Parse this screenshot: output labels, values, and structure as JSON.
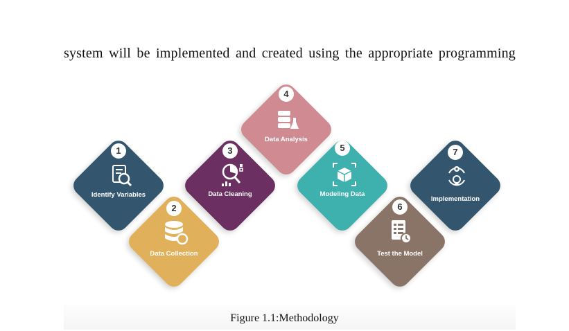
{
  "body_text": "system will be implemented and created using the appropriate programming",
  "caption": "Figure 1.1:Methodology",
  "colors": {
    "step1": "#33566e",
    "step2": "#e0b15a",
    "step3": "#6b3061",
    "step4": "#d08a92",
    "step5": "#3eb0ad",
    "step6": "#8a7468",
    "step7": "#33566e"
  },
  "steps": [
    {
      "number": "1",
      "label": "Identify Variables",
      "icon": "document-magnifier-icon"
    },
    {
      "number": "2",
      "label": "Data Collection",
      "icon": "database-refresh-icon"
    },
    {
      "number": "3",
      "label": "Data Cleaning",
      "icon": "chart-magnifier-icon"
    },
    {
      "number": "4",
      "label": "Data Analysis",
      "icon": "server-flask-icon"
    },
    {
      "number": "5",
      "label": "Modeling Data",
      "icon": "cube-network-icon"
    },
    {
      "number": "6",
      "label": "Test the Model",
      "icon": "checklist-clock-icon"
    },
    {
      "number": "7",
      "label": "Implementation",
      "icon": "gear-bulb-cycle-icon"
    }
  ]
}
